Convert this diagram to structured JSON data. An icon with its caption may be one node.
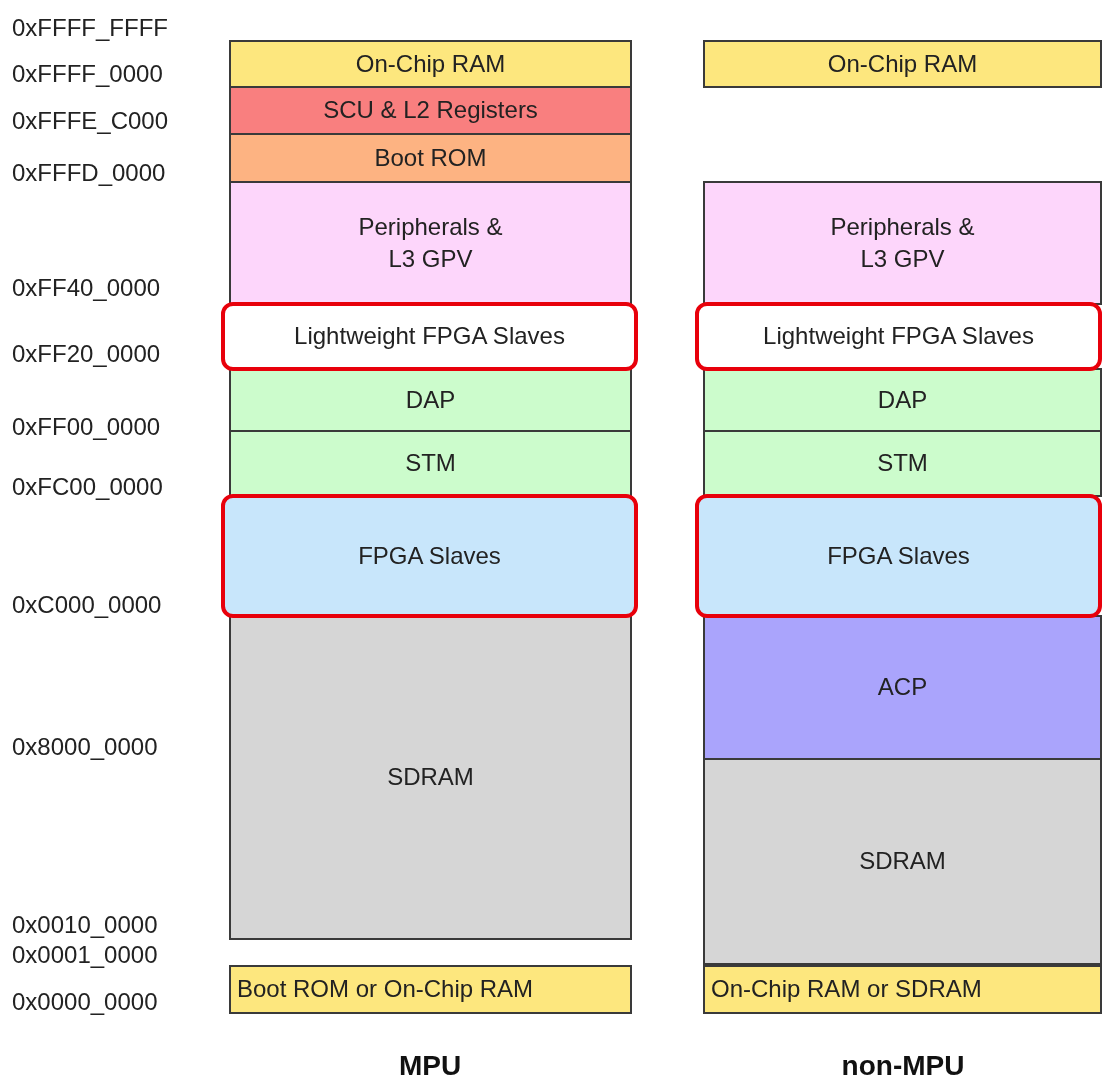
{
  "diagram": {
    "nodes": [
      {
        "text": [
          "On-Chip RAM"
        ]
      },
      {
        "text": [
          "SCU & L2 Registers"
        ]
      },
      {
        "text": [
          "Boot ROM"
        ]
      },
      {
        "text": [
          "Peripherals & L3 GPV"
        ]
      },
      {
        "text": [
          "Lightweight FPGA Slaves"
        ]
      },
      {
        "text": [
          "DAP"
        ]
      },
      {
        "text": [
          "STM"
        ]
      },
      {
        "text": [
          "FPGA Slaves"
        ]
      },
      {
        "text": [
          "SDRAM"
        ]
      },
      {
        "text": [
          "Boot ROM or On-Chip RAM"
        ]
      },
      {
        "text": [
          "On-Chip RAM"
        ]
      },
      {
        "text": [
          "Peripherals & L3 GPV"
        ]
      },
      {
        "text": [
          "Lightweight FPGA Slaves"
        ]
      },
      {
        "text": [
          "DAP"
        ]
      },
      {
        "text": [
          "STM"
        ]
      },
      {
        "text": [
          "FPGA Slaves"
        ]
      },
      {
        "text": [
          "ACP"
        ]
      },
      {
        "text": [
          "SDRAM"
        ]
      },
      {
        "text": [
          "On-Chip RAM or SDRAM"
        ]
      }
    ],
    "labels": [
      "0xFFFF_FFFF",
      "0xFFFF_0000",
      "0xFFFE_C000",
      "0xFFFD_0000",
      "0xFF40_0000",
      "0xFF20_0000",
      "0xFF00_0000",
      "0xFC00_0000",
      "0xC000_0000",
      "0x8000_0000",
      "0x0010_0000",
      "0x0001_0000",
      "0x0000_0000",
      "MPU",
      "non-MPU"
    ]
  }
}
